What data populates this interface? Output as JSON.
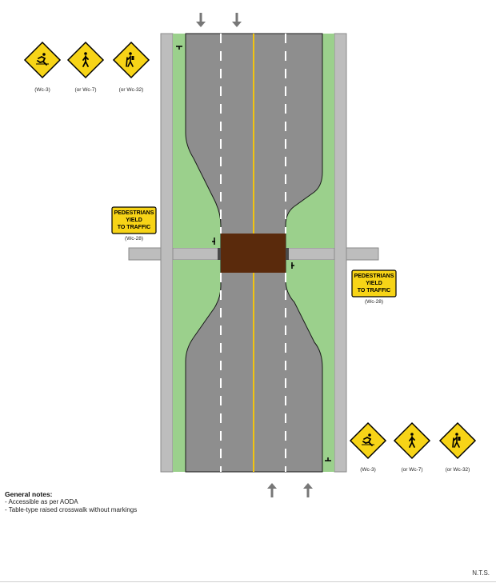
{
  "signs_top_left": [
    {
      "code": "(Wc-3)",
      "icon": "pedestrian-running-icon"
    },
    {
      "code": "(or Wc-7)",
      "icon": "pedestrian-walking-icon"
    },
    {
      "code": "(or Wc-32)",
      "icon": "pedestrian-hiker-icon"
    }
  ],
  "signs_bottom_right": [
    {
      "code": "(Wc-3)",
      "icon": "pedestrian-running-icon"
    },
    {
      "code": "(or Wc-7)",
      "icon": "pedestrian-walking-icon"
    },
    {
      "code": "(or Wc-32)",
      "icon": "pedestrian-hiker-icon"
    }
  ],
  "yield_sign_left": {
    "lines": [
      "PEDESTRIANS",
      "YIELD",
      "TO TRAFFIC"
    ],
    "code": "(Wc-28)"
  },
  "yield_sign_right": {
    "lines": [
      "PEDESTRIANS",
      "YIELD",
      "TO TRAFFIC"
    ],
    "code": "(Wc-28)"
  },
  "notes": {
    "title": "General notes:",
    "items": [
      "- Accessible as per AODA",
      "- Table-type raised crosswalk without markings"
    ]
  },
  "scale_note": "N.T.S.",
  "colors": {
    "road": "#8e8e8e",
    "shoulder": "#bdbdbd",
    "median_green": "#9bd08c",
    "crosswalk": "#5a2a0c",
    "center_line": "#f2c40f",
    "sign_yellow": "#f7d417",
    "arrow": "#777777"
  }
}
